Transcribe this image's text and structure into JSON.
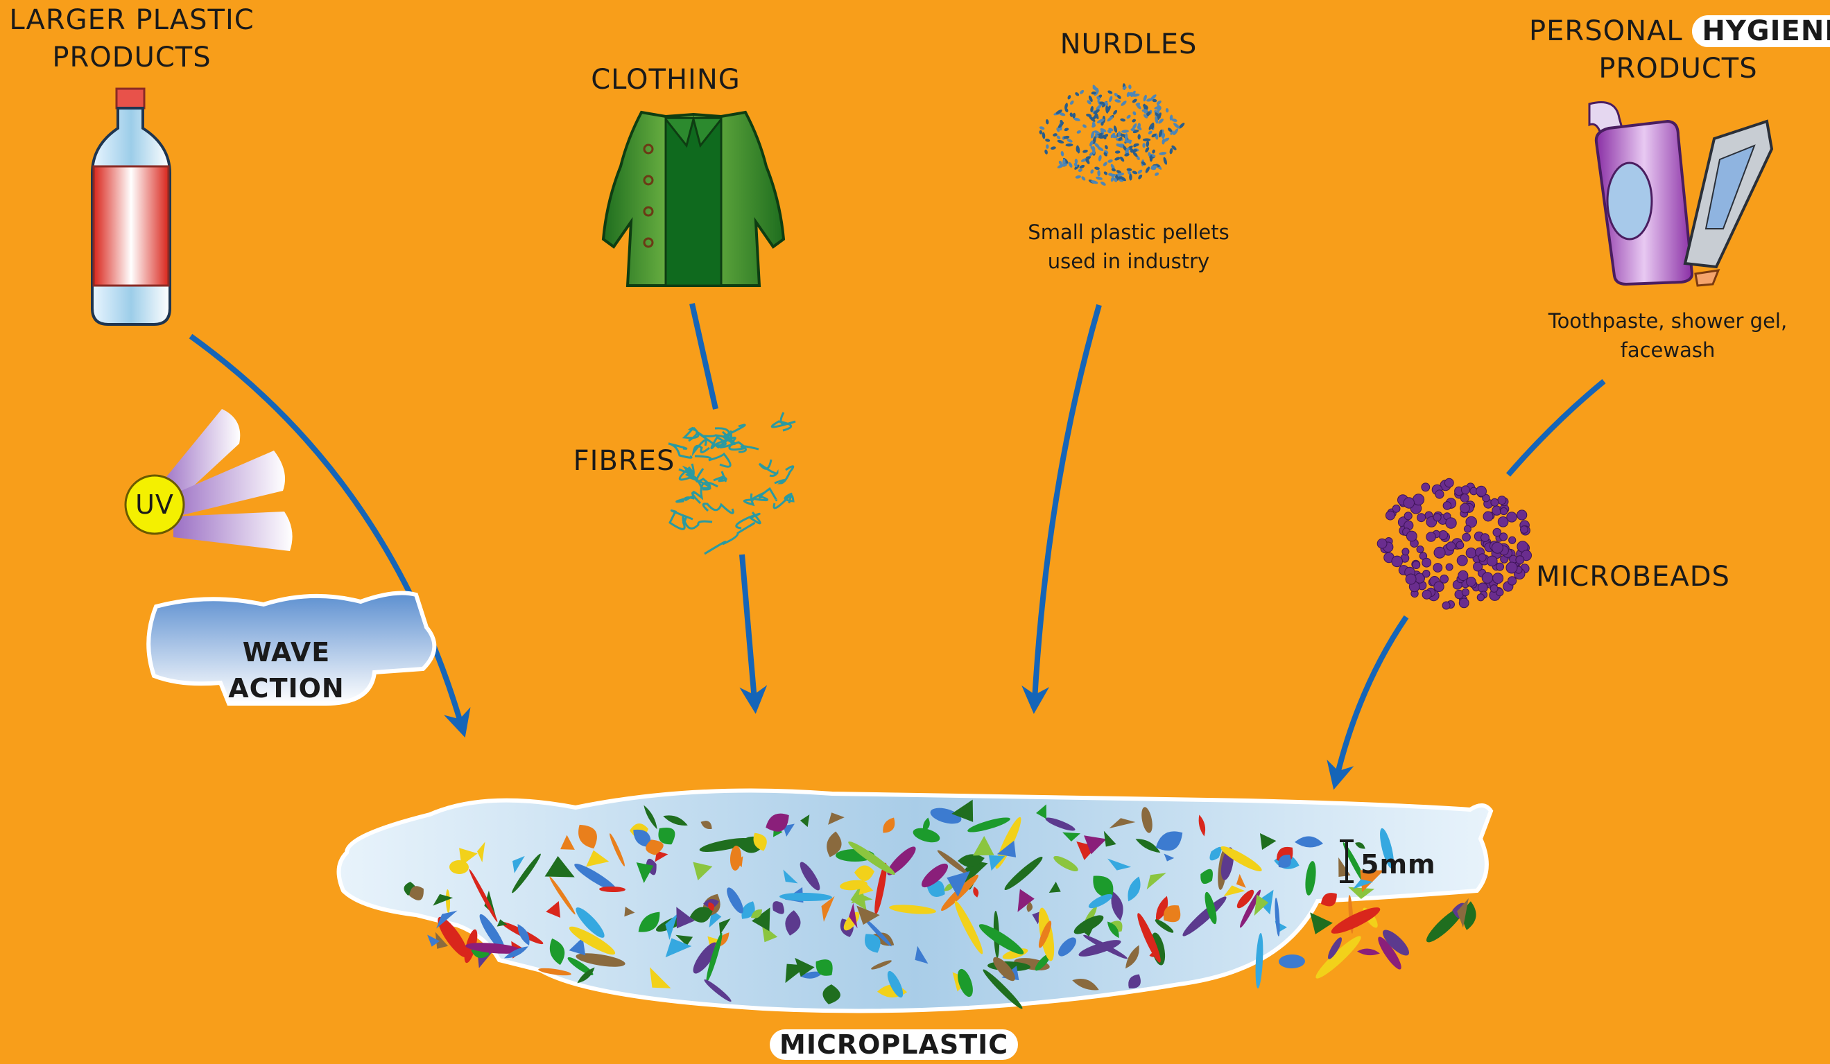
{
  "sources": {
    "larger_plastic": {
      "line1": "LARGER PLASTIC",
      "line2": "PRODUCTS"
    },
    "clothing": {
      "label": "CLOTHING"
    },
    "nurdles": {
      "label": "NURDLES",
      "desc_line1": "Small plastic pellets",
      "desc_line2": "used in industry"
    },
    "hygiene": {
      "line1_a": "PERSONAL",
      "line1_b": "HYGIENE",
      "line2": "PRODUCTS",
      "desc_line1": "Toothpaste, shower gel,",
      "desc_line2": "facewash"
    }
  },
  "intermediates": {
    "uv": "UV",
    "wave_line1": "WAVE",
    "wave_line2": "ACTION",
    "fibres": "FIBRES",
    "microbeads": "MICROBEADS"
  },
  "result": {
    "label": "MICROPLASTIC",
    "scale": "5mm"
  },
  "colors": {
    "background": "#f89e1a",
    "arrow": "#1565b8",
    "water": "#a9cde8",
    "bead": "#6a2d8e",
    "nurdle": "#2a5d8a"
  }
}
